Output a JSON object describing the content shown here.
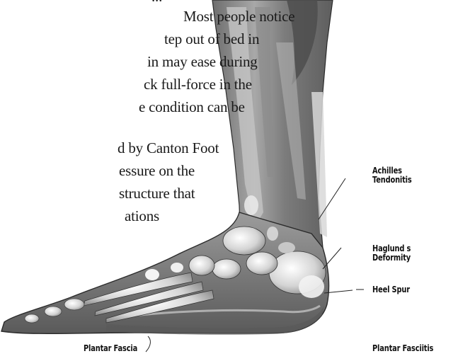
{
  "text": {
    "top_partial": "...",
    "lines": [
      "Most people notice",
      "tep out of bed in",
      "in may ease during",
      "ck full-force in the",
      "e condition can be",
      "",
      "d by Canton Foot",
      "essure on the",
      "structure that",
      "ations"
    ]
  },
  "labels": {
    "achilles_line1": "Achilles",
    "achilles_line2": "Tendonitis",
    "haglund_line1": "Haglund s",
    "haglund_line2": "Deformity",
    "heel_spur": "Heel Spur",
    "plantar_fascia": "Plantar Fascia",
    "plantar_fasciitis": "Plantar Fasciitis"
  },
  "colors": {
    "bone_light": "#f2f2f2",
    "tissue_mid": "#9a9a9a",
    "tissue_dark": "#5a5a5a",
    "outline": "#2b2b2b"
  }
}
